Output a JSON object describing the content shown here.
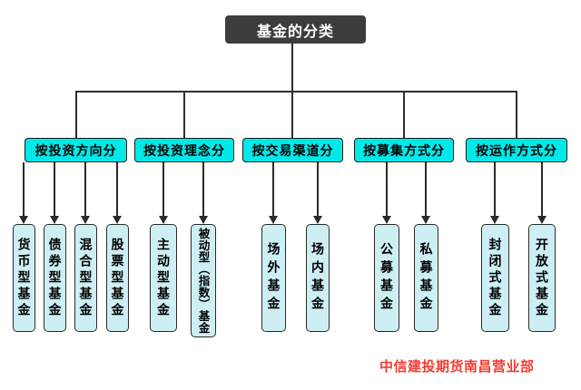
{
  "diagram": {
    "root_label": "基金的分类",
    "categories": [
      {
        "label": "按投资方向分",
        "children": [
          "货币型基金",
          "债券型基金",
          "混合型基金",
          "股票型基金"
        ]
      },
      {
        "label": "按投资理念分",
        "children": [
          "主动型基金",
          "被动型（指数）基金"
        ]
      },
      {
        "label": "按交易渠道分",
        "children": [
          "场外基金",
          "场内基金"
        ]
      },
      {
        "label": "按募集方式分",
        "children": [
          "公募基金",
          "私募基金"
        ]
      },
      {
        "label": "按运作方式分",
        "children": [
          "封闭式基金",
          "开放式基金"
        ]
      }
    ]
  },
  "footer": {
    "credit": "中信建投期货南昌营业部"
  },
  "colors": {
    "root_bg": "#3d3d3d",
    "root_text": "#ffffff",
    "category_bg": "#00e9e9",
    "leaf_bg": "#cdeff3",
    "line": "#2f2f2f",
    "credit_text": "#f23c34",
    "background": "#ffffff"
  }
}
